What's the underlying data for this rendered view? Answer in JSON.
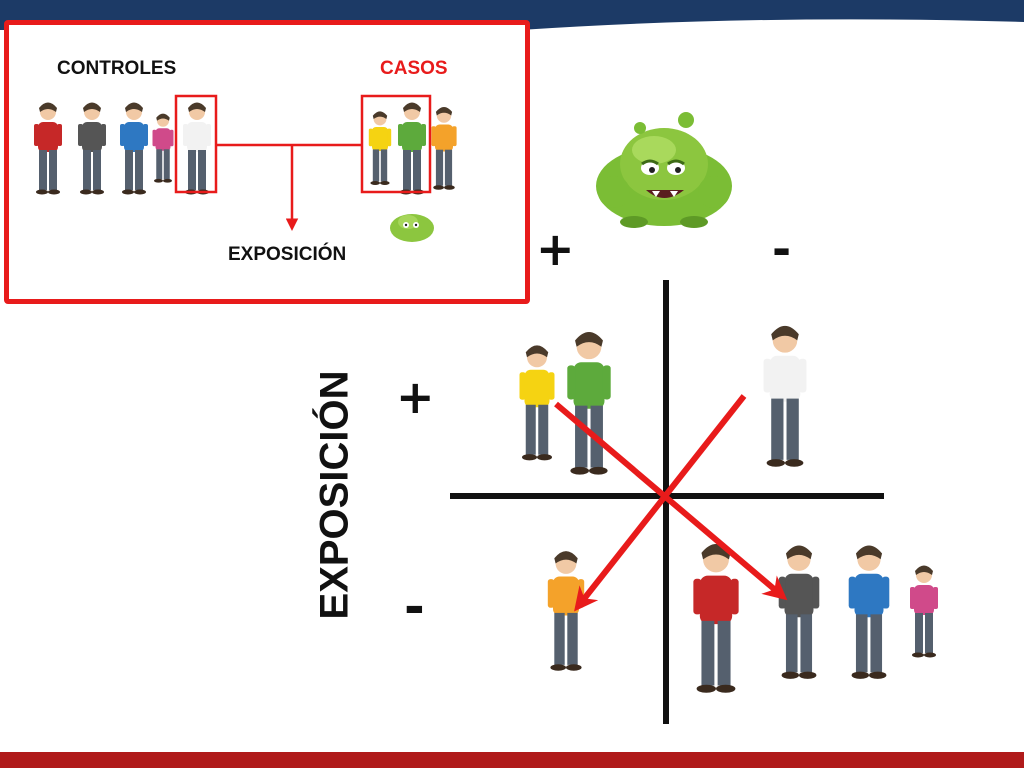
{
  "inset": {
    "controls_label": "CONTROLES",
    "cases_label": "CASOS",
    "exposure_label": "EXPOSICIÓN"
  },
  "matrix": {
    "disease_positive_sign": "+",
    "disease_negative_sign": "-",
    "exposure_axis_label": "EXPOSICIÓN",
    "exposure_positive_sign": "+",
    "exposure_negative_sign": "-"
  },
  "colors": {
    "accent_red": "#e81b1b",
    "header_navy": "#1c3a66",
    "footer_red": "#b01a1a",
    "microbe_green": "#8cc63f"
  }
}
